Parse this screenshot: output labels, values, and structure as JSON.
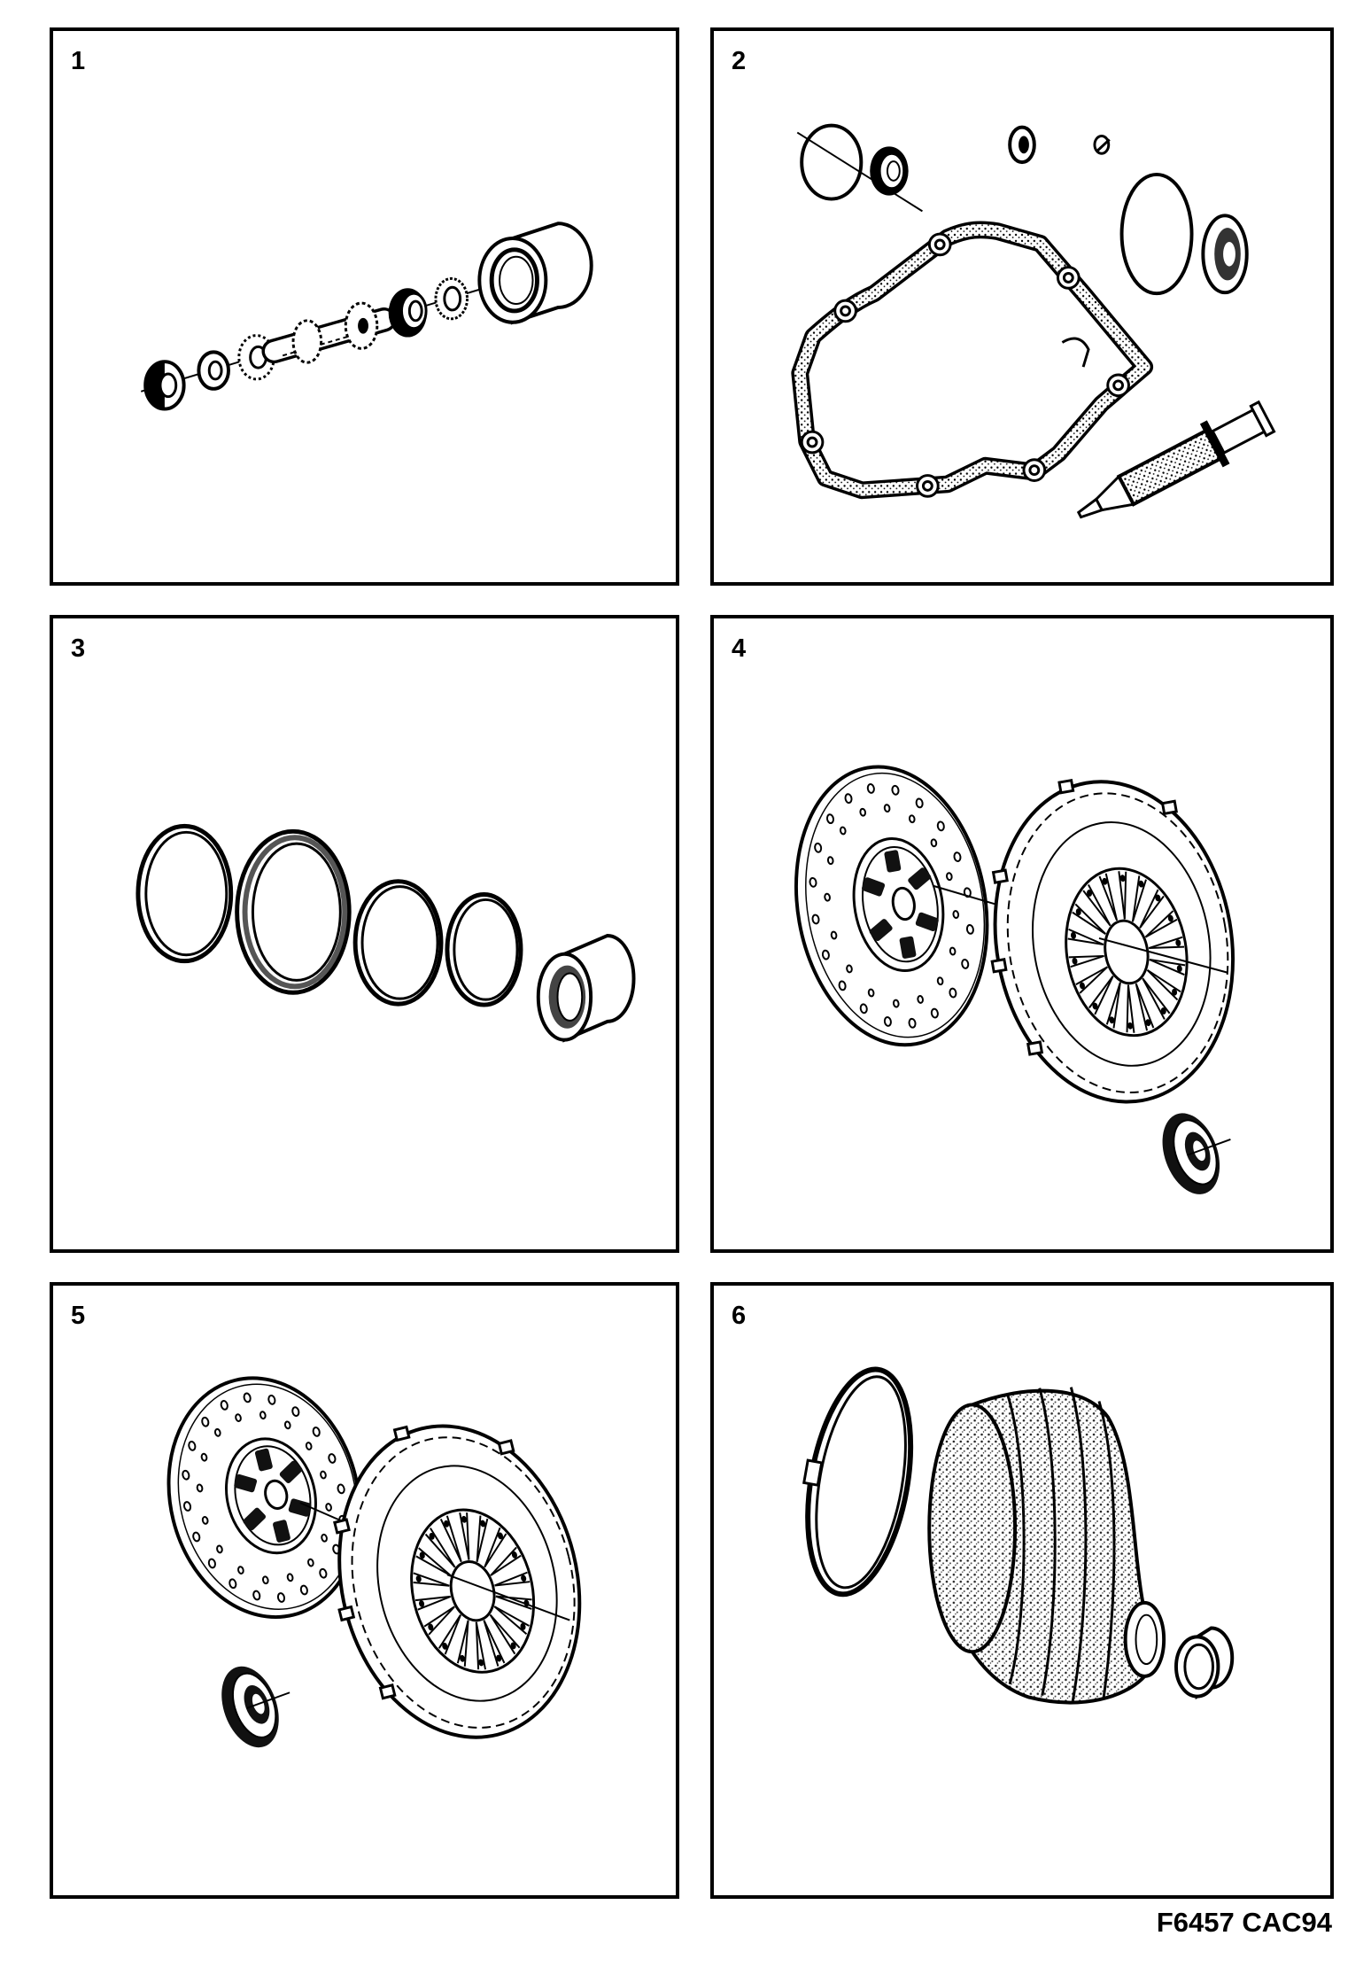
{
  "panels": [
    {
      "number": "1"
    },
    {
      "number": "2"
    },
    {
      "number": "3"
    },
    {
      "number": "4"
    },
    {
      "number": "5"
    },
    {
      "number": "6"
    }
  ],
  "footer": {
    "code": "F6457 CAC94"
  }
}
